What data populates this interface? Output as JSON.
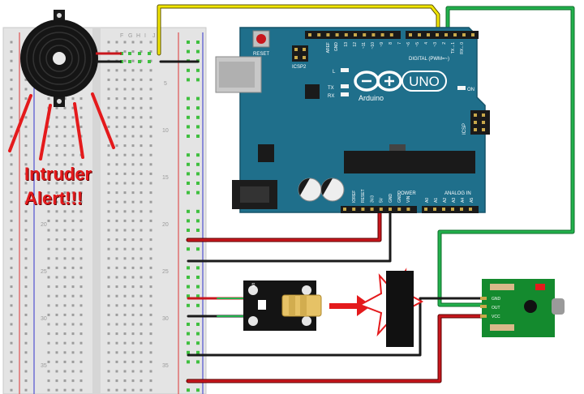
{
  "alert": {
    "line1": "Intruder",
    "line2": "Alert!!!"
  },
  "breadboard": {
    "column_letters": [
      "F",
      "G",
      "H",
      "I",
      "J"
    ],
    "row_numbers": [
      "5",
      "10",
      "15",
      "20",
      "25",
      "30",
      "35"
    ]
  },
  "arduino": {
    "board_name": "UNO",
    "brand": "Arduino",
    "reset_label": "RESET",
    "icsp2_label": "ICSP2",
    "icsp_label": "ICSP",
    "digital_label": "DIGITAL (PWM=~)",
    "power_label": "POWER",
    "analog_label": "ANALOG IN",
    "led_l": "L",
    "led_tx": "TX",
    "led_rx": "RX",
    "led_on": "ON",
    "aref": "AREF",
    "gnd": "GND",
    "digital_pins": [
      "13",
      "12",
      "~11",
      "~10",
      "~9",
      "8",
      "7",
      "~6",
      "~5",
      "4",
      "~3",
      "2",
      "TX→1",
      "RX←0"
    ],
    "power_pins": [
      "IOREF",
      "RESET",
      "3V3",
      "5V",
      "GND",
      "GND",
      "VIN"
    ],
    "analog_pins": [
      "A0",
      "A1",
      "A2",
      "A3",
      "A4",
      "A5"
    ]
  },
  "laser_module": {
    "pin_label": "S"
  },
  "sensor_module": {
    "pins": [
      "GND",
      "OUT",
      "VCC"
    ]
  },
  "colors": {
    "wire_red": "#c8161d",
    "wire_black": "#1a1a1a",
    "wire_yellow": "#f2e600",
    "wire_green": "#22b14c",
    "board_teal": "#1f6f8b",
    "alert_red": "#e41a1c"
  }
}
